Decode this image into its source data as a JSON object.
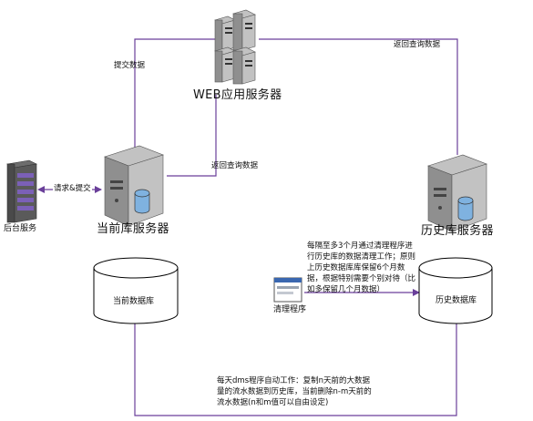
{
  "colors": {
    "flow_line": "#6a3f9a",
    "server_body": "#c2c2c2",
    "server_side": "#8f8f8f",
    "db_fill": "#ffffff",
    "db_stroke": "#000000",
    "db_mini": "#7fb2e0",
    "backend_accent": "#7b60b7",
    "app_window_bar": "#3a67b0",
    "text": "#111111"
  },
  "nodes": {
    "web_server": {
      "label": "WEB应用服务器",
      "icon": "server-stack-icon"
    },
    "current_server": {
      "label": "当前库服务器",
      "icon": "server-tower-with-db-icon"
    },
    "history_server": {
      "label": "历史库服务器",
      "icon": "server-tower-with-db-icon"
    },
    "backend": {
      "label": "后台服务",
      "icon": "rack-server-icon"
    },
    "current_db": {
      "label": "当前数据库",
      "icon": "database-cylinder-icon"
    },
    "history_db": {
      "label": "历史数据库",
      "icon": "database-cylinder-icon"
    },
    "cleanup": {
      "label": "清理程序",
      "icon": "application-window-icon"
    }
  },
  "edges": {
    "submit": "提交数据",
    "return_history": "返回查询数据",
    "return_current": "返回查询数据",
    "request": "请求&提交"
  },
  "notes": {
    "cleanup": "每隔至多3个月通过清理程序进行历史库的数据清理工作；原则上历史数据库库保留6个月数据，根据特别需要个别对待（比如多保留几个月数据）",
    "dms": "每天dms程序自动工作：复制n天前的大数据量的流水数据到历史库，当前删除n-m天前的流水数据(n和m值可以自由设定)"
  }
}
